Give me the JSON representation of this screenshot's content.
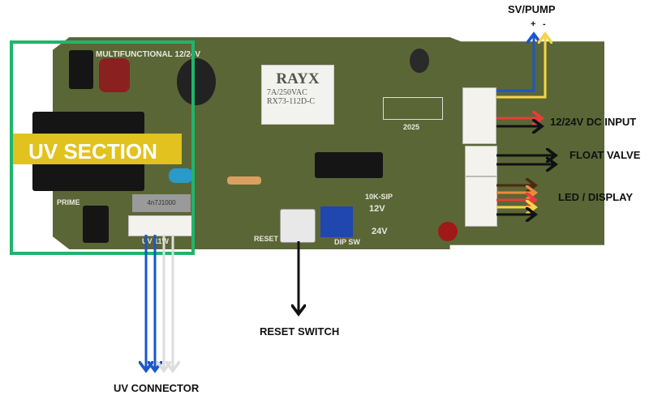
{
  "labels": {
    "sv_pump": "SV/PUMP",
    "plus": "+",
    "minus": "-",
    "dc_input": "12/24V DC INPUT",
    "float_valve": "FLOAT VALVE",
    "led_display": "LED / DISPLAY",
    "reset_switch": "RESET SWITCH",
    "uv_connector": "UV CONNECTOR",
    "uv_section": "UV SECTION"
  },
  "board": {
    "title": "MULTIFUNCTIONAL 12/24V",
    "relay_brand": "RAYX",
    "relay_rating": "7A/250VAC",
    "relay_model": "RX73-112D-C",
    "prime": "PRIME",
    "uv_port": "UV 11W",
    "reset": "RESET",
    "dip_sw": "DIP SW",
    "v12": "12V",
    "v24": "24V",
    "year": "2025",
    "ic_label": "10K-SIP",
    "cap_label": "4n7J1000"
  },
  "colors": {
    "highlight": "#1fb56b",
    "blue": "#1b57c9",
    "yellow": "#f5d547",
    "red": "#ee3a3a",
    "brown": "#4a2a14",
    "orange": "#ec8a3c"
  }
}
